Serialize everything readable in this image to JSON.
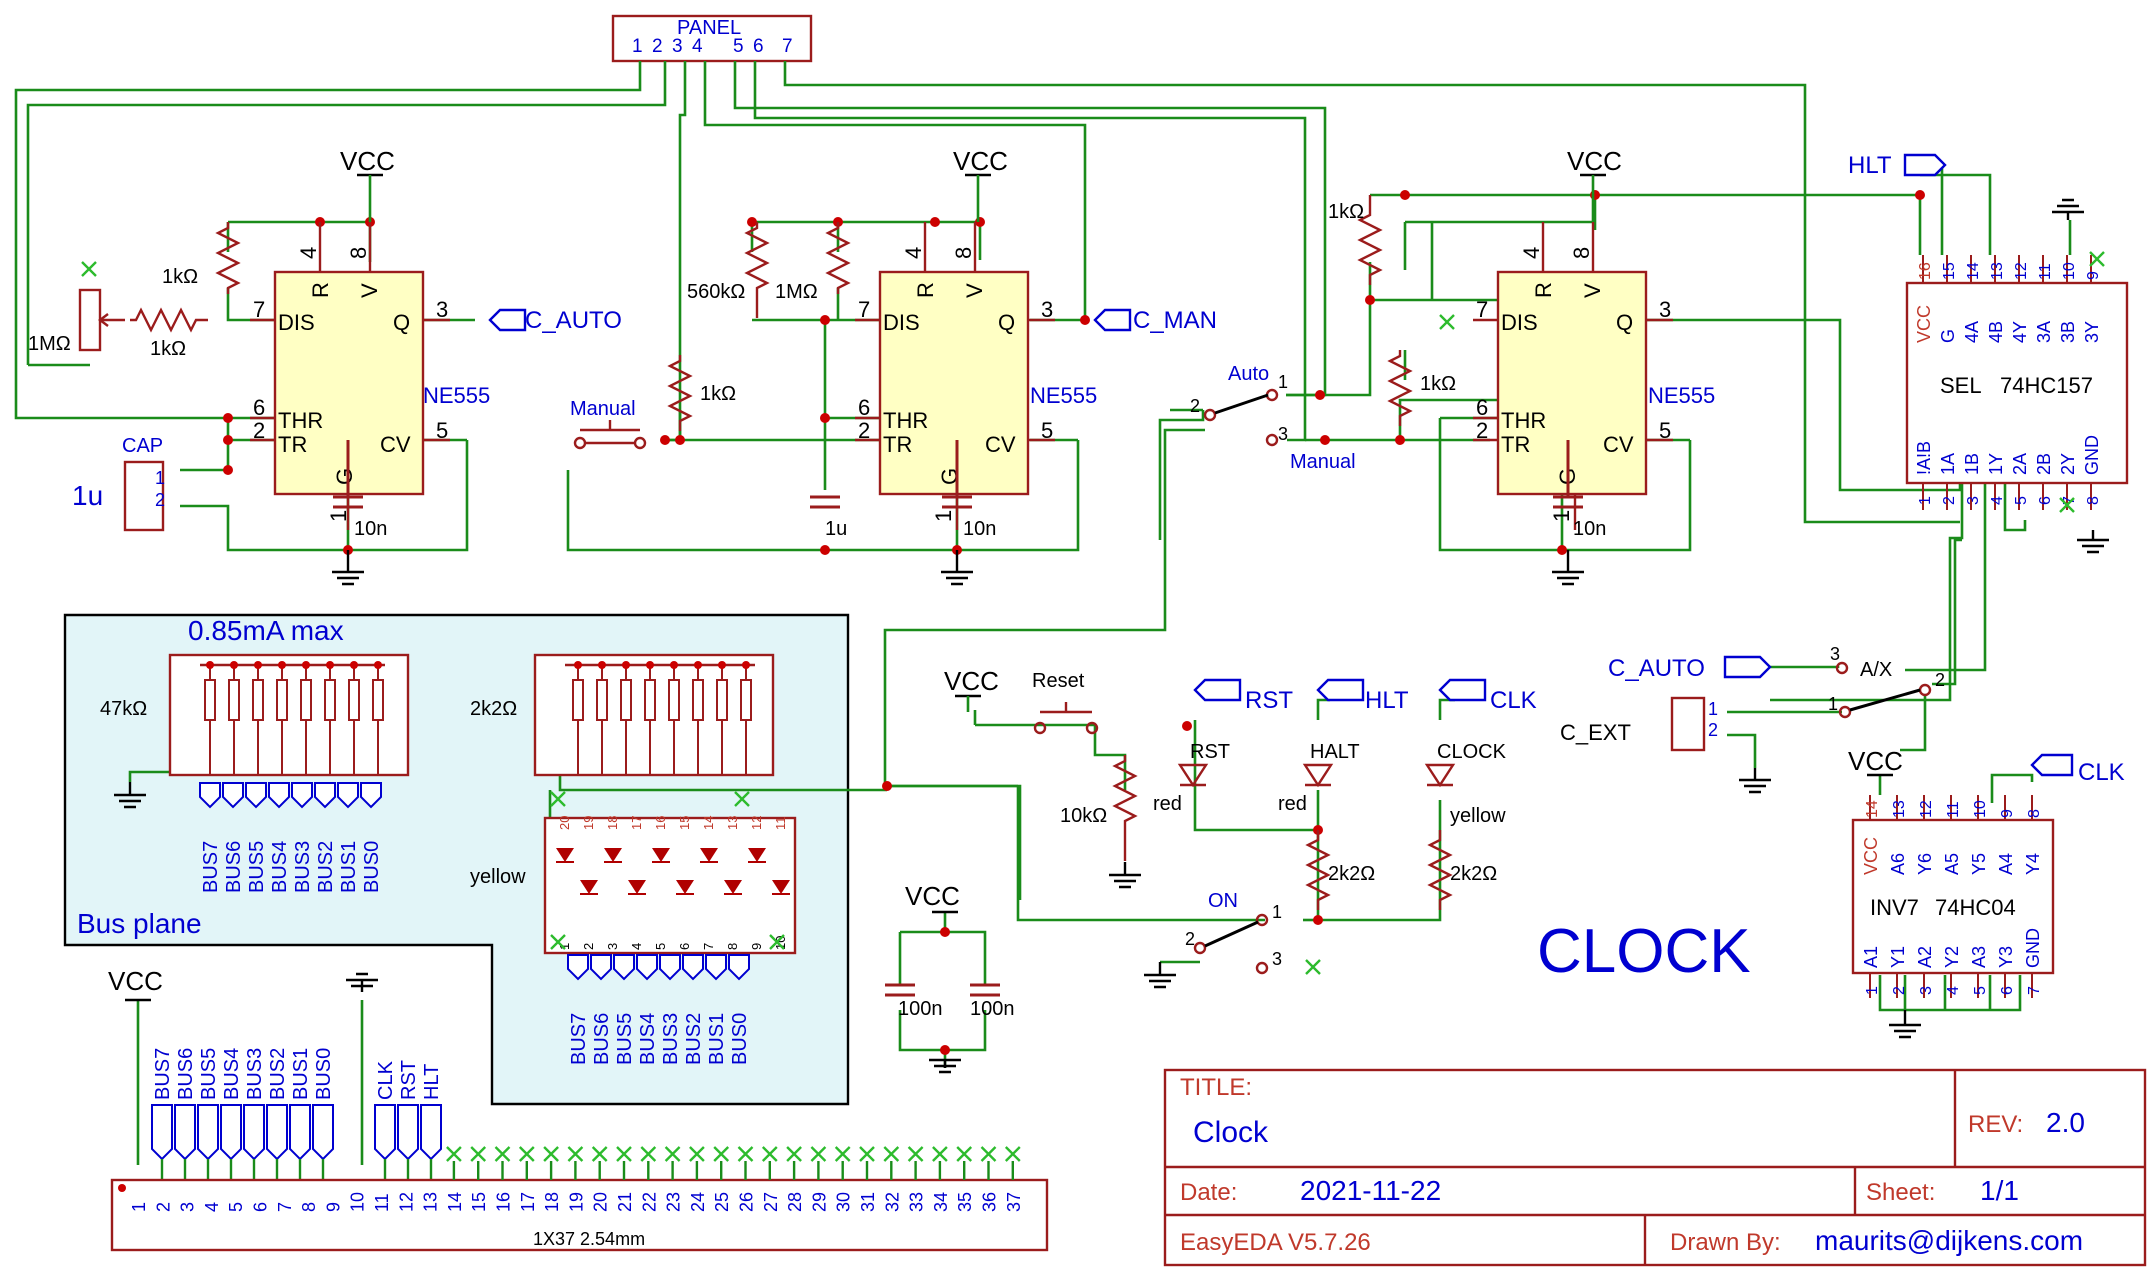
{
  "title_block": {
    "title_label": "TITLE:",
    "title": "Clock",
    "rev_label": "REV:",
    "rev": "2.0",
    "date_label": "Date:",
    "date": "2021-11-22",
    "sheet_label": "Sheet:",
    "sheet": "1/1",
    "tool": "EasyEDA V5.7.26",
    "drawn_label": "Drawn By:",
    "drawn_by": "maurits@dijkens.com"
  },
  "big_title": "CLOCK",
  "panel": {
    "label": "PANEL",
    "pins": [
      "1",
      "2",
      "3",
      "4",
      "5",
      "6",
      "7"
    ]
  },
  "ne555": {
    "part": "NE555",
    "pins": {
      "R": "R",
      "V": "V",
      "DIS": "DIS",
      "Q": "Q",
      "THR": "THR",
      "TR": "TR",
      "CV": "CV",
      "G": "G"
    },
    "pin_numbers": {
      "four": "4",
      "eight": "8",
      "seven": "7",
      "three": "3",
      "six": "6",
      "two": "2",
      "five": "5",
      "one": "1"
    }
  },
  "power": {
    "vcc": "VCC"
  },
  "net_flags": {
    "c_auto": "C_AUTO",
    "c_man": "C_MAN",
    "hlt": "HLT",
    "rst": "RST",
    "clk": "CLK",
    "c_auto2": "C_AUTO"
  },
  "values": {
    "r1k": "1kΩ",
    "r1m": "1MΩ",
    "r560k": "560kΩ",
    "r10k": "10kΩ",
    "r2k2": "2k2Ω",
    "r47k": "47kΩ",
    "c10n": "10n",
    "c1u": "1u",
    "c100n": "100n",
    "cap_value": "1u"
  },
  "labels": {
    "cap": "CAP",
    "manual": "Manual",
    "auto": "Auto",
    "manual2": "Manual",
    "reset": "Reset",
    "on": "ON",
    "ax": "A/X",
    "c_ext": "C_EXT",
    "bus_plane": "Bus plane",
    "current": "0.85mA max",
    "yellow": "yellow",
    "red": "red",
    "rst_led": "RST",
    "halt_led": "HALT",
    "clock_led": "CLOCK",
    "connector": "1X37 2.54mm"
  },
  "sel": {
    "name": "SEL",
    "part": "74HC157",
    "top_pins": [
      "VCC",
      "G",
      "4A",
      "4B",
      "4Y",
      "3A",
      "3B",
      "3Y"
    ],
    "top_nums": [
      "16",
      "15",
      "14",
      "13",
      "12",
      "11",
      "10",
      "9"
    ],
    "bot_pins": [
      "!A!B",
      "1A",
      "1B",
      "1Y",
      "2A",
      "2B",
      "2Y",
      "GND"
    ],
    "bot_nums": [
      "1",
      "2",
      "3",
      "4",
      "5",
      "6",
      "7",
      "8"
    ]
  },
  "inv": {
    "name": "INV7",
    "part": "74HC04",
    "top_pins": [
      "VCC",
      "A6",
      "Y6",
      "A5",
      "Y5",
      "A4",
      "Y4"
    ],
    "top_nums": [
      "14",
      "13",
      "12",
      "11",
      "10",
      "9",
      "8"
    ],
    "bot_pins": [
      "A1",
      "Y1",
      "A2",
      "Y2",
      "A3",
      "Y3",
      "GND"
    ],
    "bot_nums": [
      "1",
      "2",
      "3",
      "4",
      "5",
      "6",
      "7"
    ]
  },
  "bus": [
    "BUS7",
    "BUS6",
    "BUS5",
    "BUS4",
    "BUS3",
    "BUS2",
    "BUS1",
    "BUS0"
  ],
  "header_signals": [
    "CLK",
    "RST",
    "HLT"
  ],
  "led_numbers": {
    "top": [
      "20",
      "19",
      "18",
      "17",
      "16",
      "15",
      "14",
      "13",
      "12",
      "11"
    ],
    "bottom": [
      "1",
      "2",
      "3",
      "4",
      "5",
      "6",
      "7",
      "8",
      "9",
      "10"
    ]
  },
  "connector_pins": [
    "1",
    "2",
    "3",
    "4",
    "5",
    "6",
    "7",
    "8",
    "9",
    "10",
    "11",
    "12",
    "13",
    "14",
    "15",
    "16",
    "17",
    "18",
    "19",
    "20",
    "21",
    "22",
    "23",
    "24",
    "25",
    "26",
    "27",
    "28",
    "29",
    "30",
    "31",
    "32",
    "33",
    "34",
    "35",
    "36",
    "37"
  ],
  "switch_pins": {
    "p1": "1",
    "p2": "2",
    "p3": "3"
  }
}
